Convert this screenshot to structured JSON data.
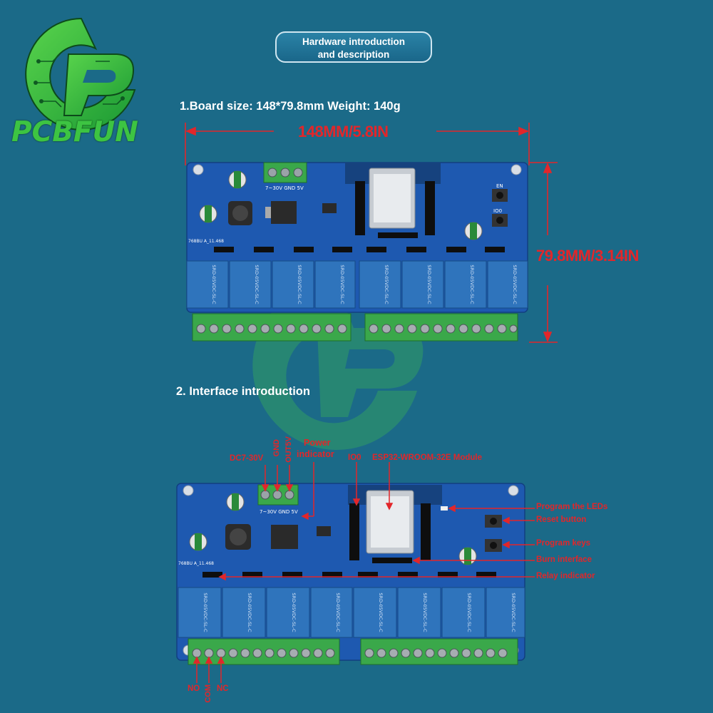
{
  "brand": {
    "name": "PCBFUN",
    "color": "#3dc442"
  },
  "header": {
    "line1": "Hardware introduction",
    "line2": "and description"
  },
  "section1": {
    "heading": "1.Board size: 148*79.8mm Weight: 140g",
    "width_label": "148MM/5.8IN",
    "height_label": "79.8MM/3.14IN"
  },
  "section2": {
    "heading": "2. Interface introduction",
    "labels": {
      "dc": "DC7-30V",
      "gnd": "GND",
      "out5v": "OUT5V",
      "power_indicator_1": "Power",
      "power_indicator_2": "indicator",
      "io0": "IO0",
      "module": "ESP32-WROOM-32E Module",
      "program_leds": "Program the LEDs",
      "reset_button": "Reset button",
      "program_keys": "Program keys",
      "burn_interface": "Burn interface",
      "relay_indicator": "Relay indicator",
      "no": "NO",
      "com": "COM",
      "nc": "NC"
    }
  },
  "board_silk": {
    "power_terminal": "7~30V GND  5V",
    "en": "EN",
    "io0": "IO0",
    "relay_text": "SRD-05VDC-SL-C",
    "board_id": "768BU A_11.468"
  },
  "colors": {
    "pcb": "#1e59b0",
    "relay": "#2f74bc",
    "terminal": "#3aa84a",
    "annotation": "#e2262a"
  }
}
